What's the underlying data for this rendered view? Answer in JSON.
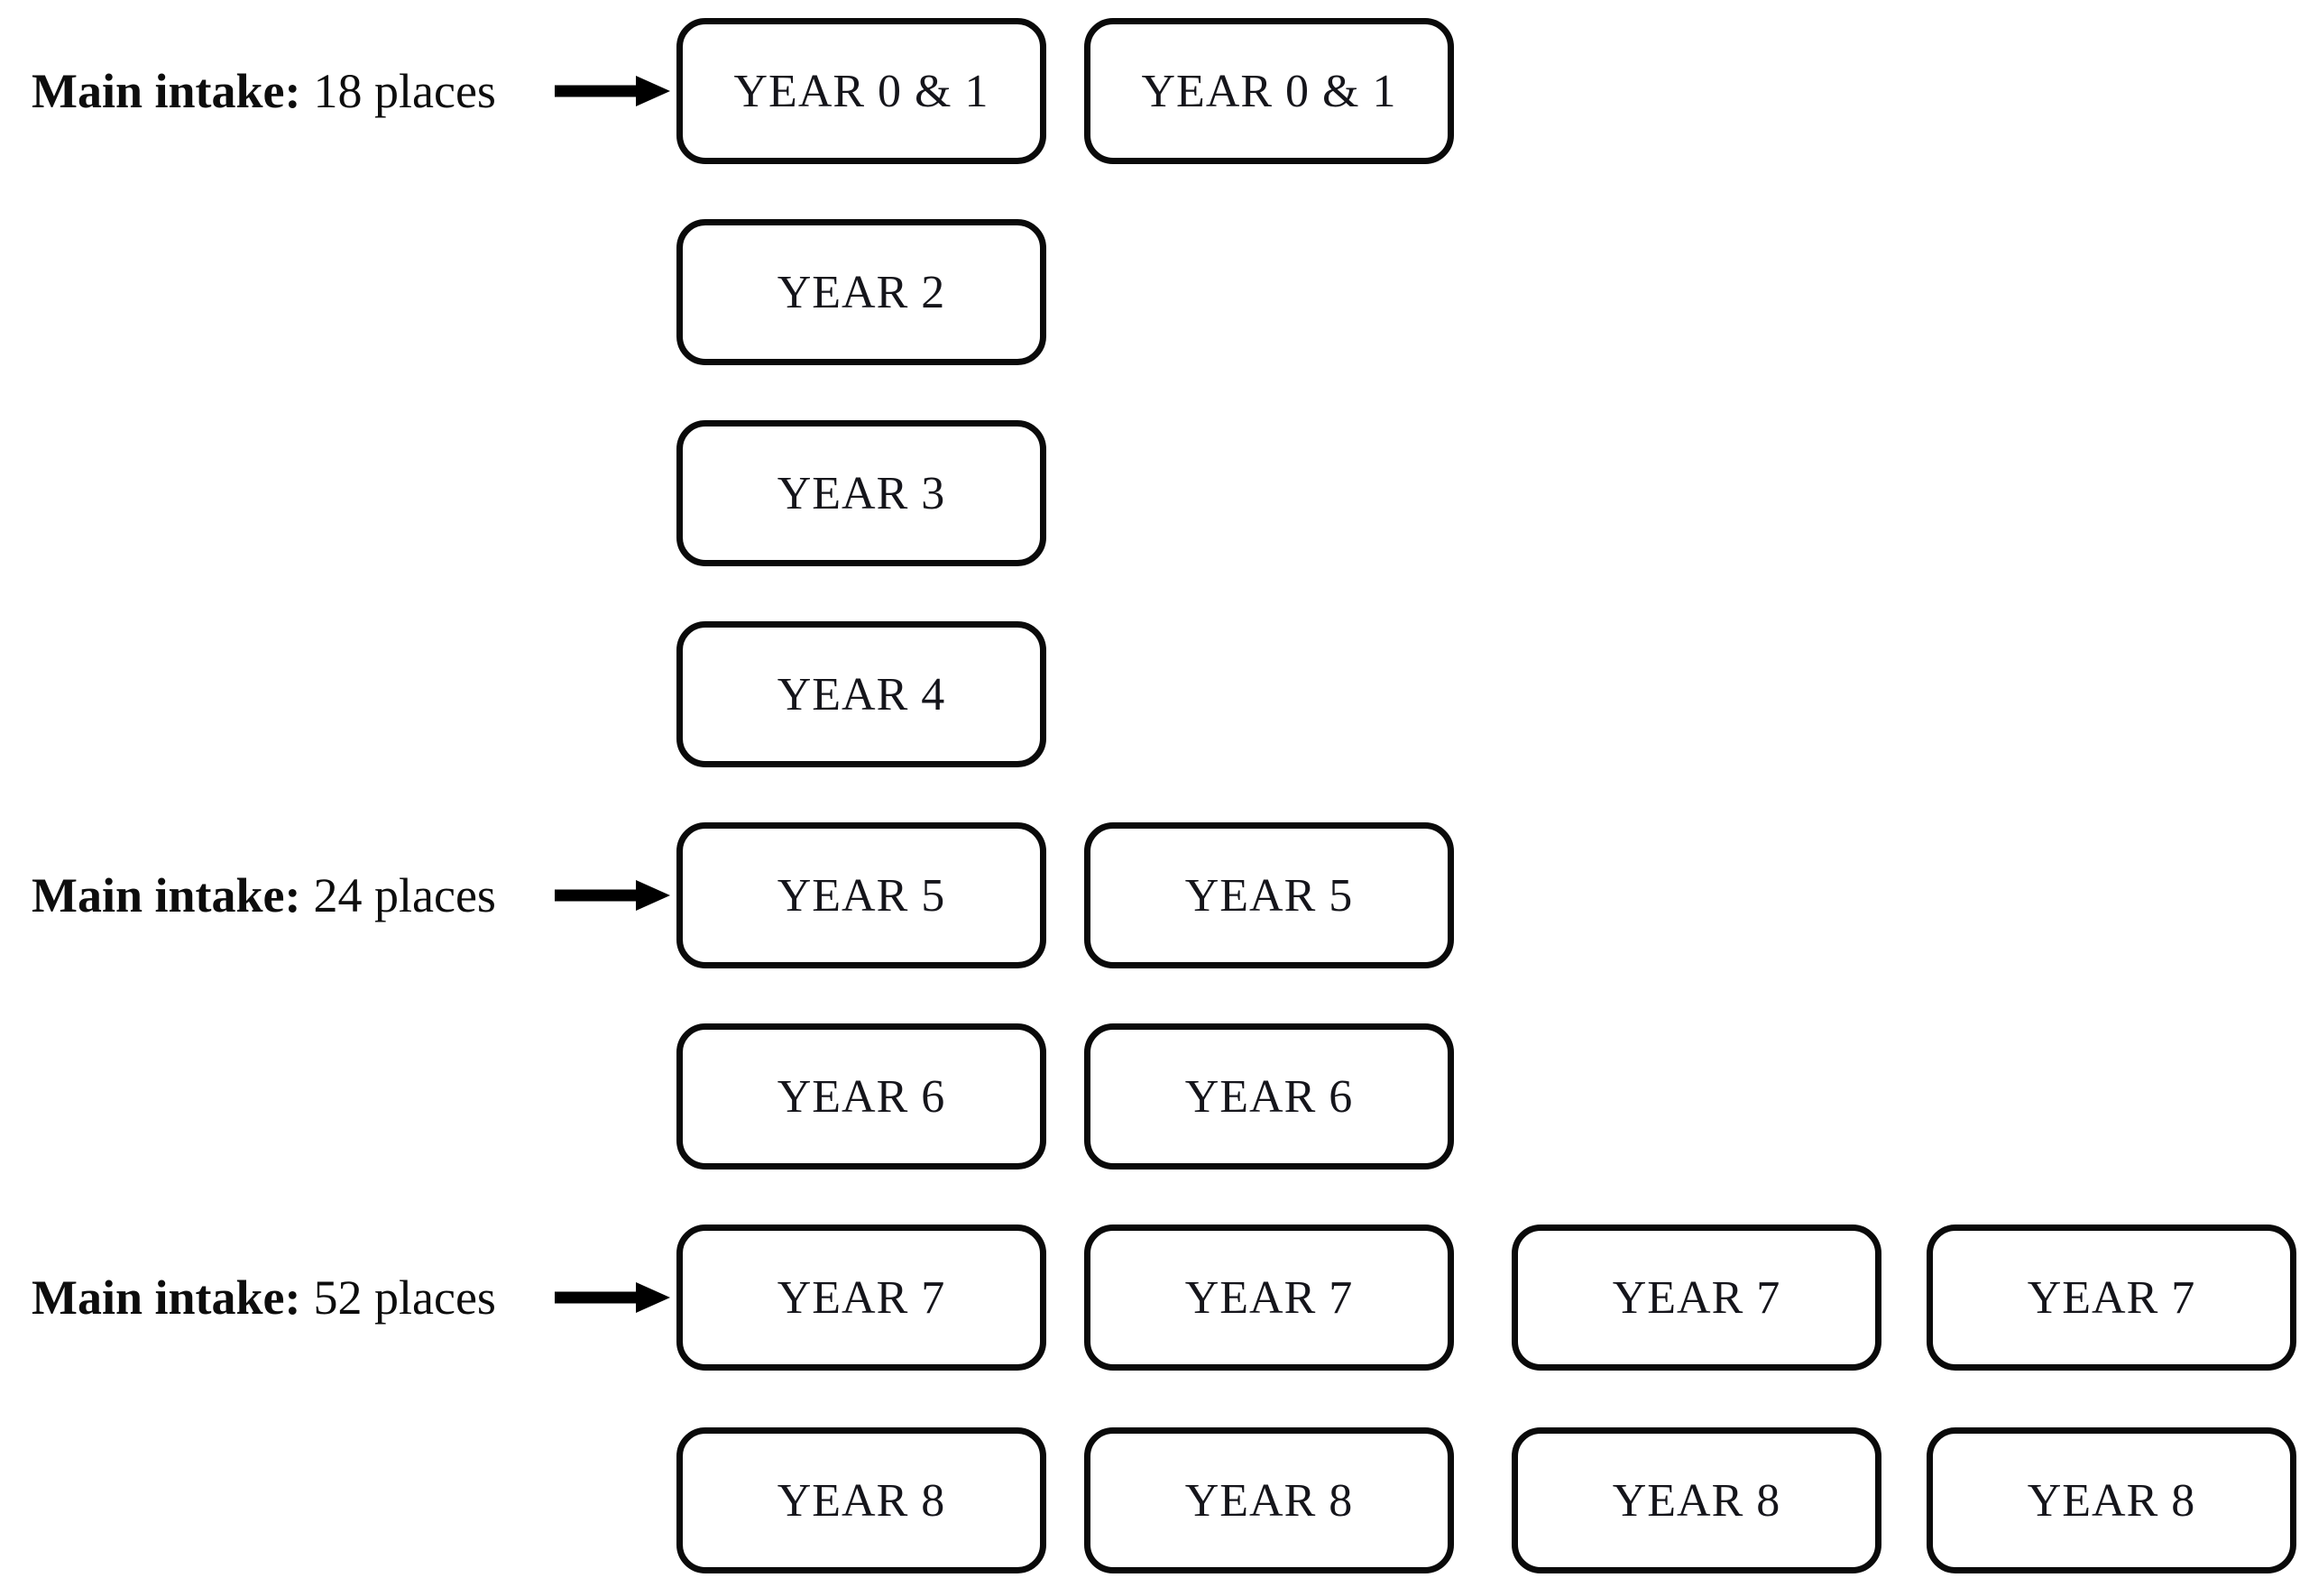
{
  "colors": {
    "background": "#ffffff",
    "box_border": "#0a0a0a",
    "box_text": "#15151b",
    "annotation_text": "#0d0d0d",
    "arrow": "#000000"
  },
  "icons": {
    "arrow": "arrow-right-icon"
  },
  "diagram": {
    "rows": [
      {
        "annotation": {
          "bold": "Main intake:",
          "rest": "18 places"
        },
        "boxes": [
          "YEAR 0 & 1",
          "YEAR 0 & 1"
        ]
      },
      {
        "boxes": [
          "YEAR 2"
        ]
      },
      {
        "boxes": [
          "YEAR 3"
        ]
      },
      {
        "boxes": [
          "YEAR 4"
        ]
      },
      {
        "annotation": {
          "bold": "Main intake:",
          "rest": "24 places"
        },
        "boxes": [
          "YEAR 5",
          "YEAR 5"
        ]
      },
      {
        "boxes": [
          "YEAR 6",
          "YEAR 6"
        ]
      },
      {
        "annotation": {
          "bold": "Main intake:",
          "rest": "52 places"
        },
        "boxes": [
          "YEAR 7",
          "YEAR 7",
          "YEAR 7",
          "YEAR 7"
        ]
      },
      {
        "boxes": [
          "YEAR 8",
          "YEAR 8",
          "YEAR 8",
          "YEAR 8"
        ]
      }
    ]
  }
}
